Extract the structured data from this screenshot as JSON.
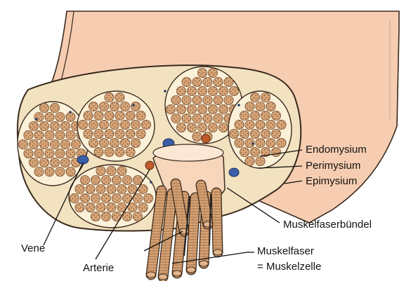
{
  "labels": {
    "endomysium": "Endomysium",
    "perimysium": "Perimysium",
    "epimysium": "Epimysium",
    "muskelfaserbuendel": "Muskelfaserbündel",
    "vene": "Vene",
    "arterie": "Arterie",
    "muskelfaser": "Muskelfaser",
    "muskelzelle": "= Muskelzelle"
  },
  "colors": {
    "muscle_surface": "#f6cdb0",
    "connective_tissue": "#f3e2c0",
    "fascicle_bg": "#fbf0d8",
    "fiber": "#d8a77a",
    "fiber_dot": "#8a5a36",
    "vein": "#3a5ea8",
    "artery": "#c25a2a",
    "outline": "#3a2a1e"
  },
  "icons": {
    "vein": "blue-vessel-cross-section",
    "artery": "orange-vessel-cross-section"
  }
}
